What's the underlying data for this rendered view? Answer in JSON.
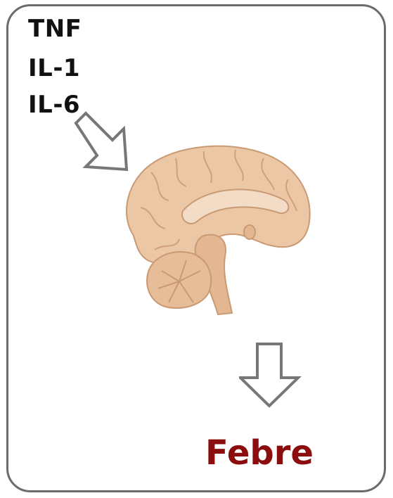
{
  "cytokines": [
    "TNF",
    "IL-1",
    "IL-6"
  ],
  "outcome": "Febre",
  "colors": {
    "border": "#6b6b6b",
    "arrow": "#777777",
    "outcome_text": "#8b0d0d",
    "brain_tissue": "#e8c5a3",
    "brain_outline": "#c99a73"
  },
  "icons": {
    "input_arrow": "diagonal-hollow-arrow",
    "output_arrow": "down-hollow-arrow",
    "organ": "brain-sagittal-illustration"
  }
}
